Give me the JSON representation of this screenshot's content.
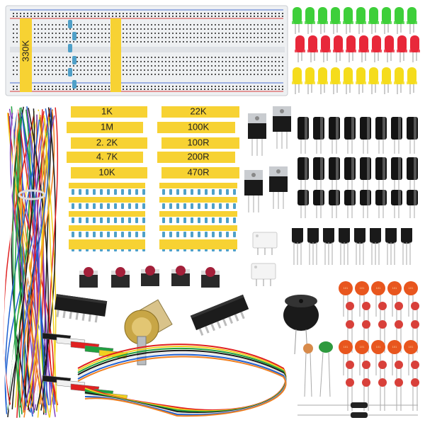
{
  "breadboard": {
    "resistor_label": "330K"
  },
  "resistor_bands": {
    "left": [
      "1K",
      "1M",
      "2. 2K",
      "4. 7K",
      "10K"
    ],
    "right": [
      "22K",
      "100K",
      "100R",
      "200R",
      "470R"
    ]
  },
  "ceramic_capacitor_marking": "101",
  "colors": {
    "band_yellow": "#f7d233",
    "led_green": "#3ecf3a",
    "led_red": "#e8283a",
    "led_yellow": "#f5dc1c",
    "ceramic_orange": "#e8561e",
    "breadboard": "#eef0f2"
  }
}
